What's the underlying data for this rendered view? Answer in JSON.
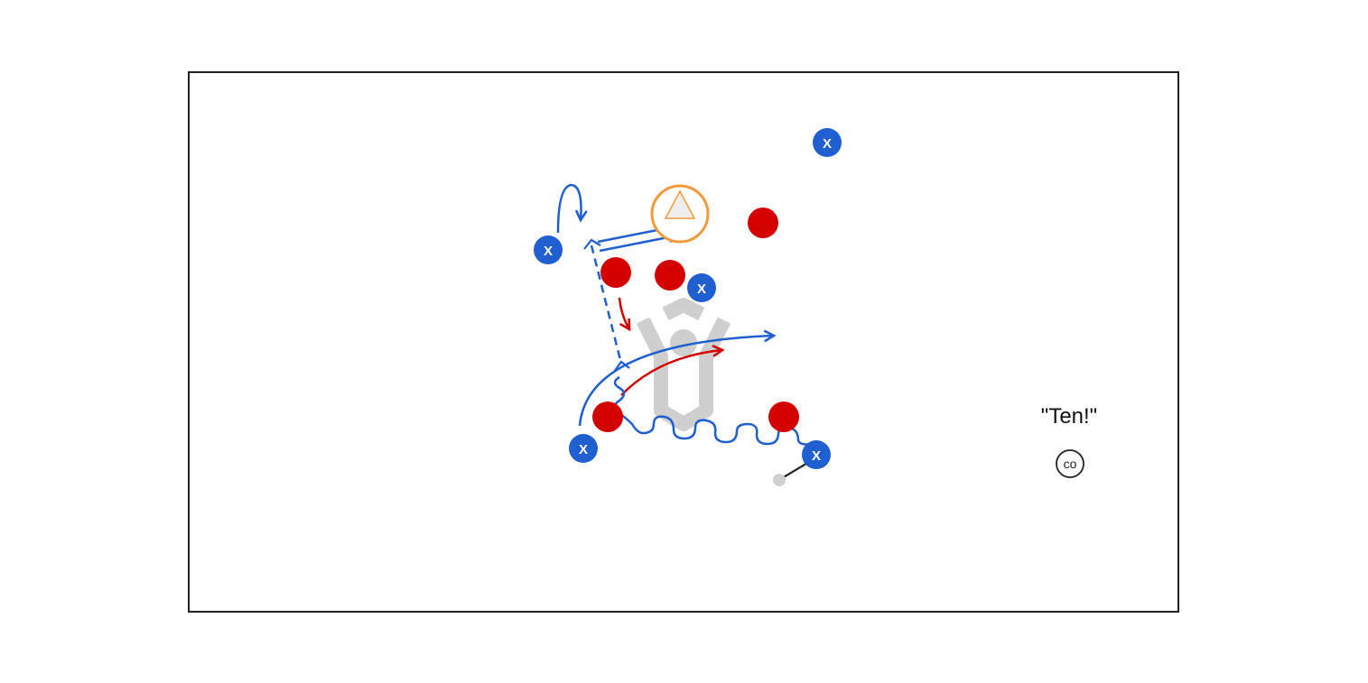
{
  "colors": {
    "offense": "#1f5fcf",
    "defense": "#d40000",
    "goalie_ring": "#f29a3a",
    "goalie_fill": "#eeeeee",
    "crease_logo": "#cfcfcf",
    "border": "#222222",
    "ball": "#d0d0d0"
  },
  "offense_player_label": "X",
  "callout_text": "\"Ten!\"",
  "coach_label": "co",
  "icons": {
    "goalie": "triangle-in-circle-icon",
    "coach": "circle-co-icon",
    "ball": "ball-icon"
  }
}
